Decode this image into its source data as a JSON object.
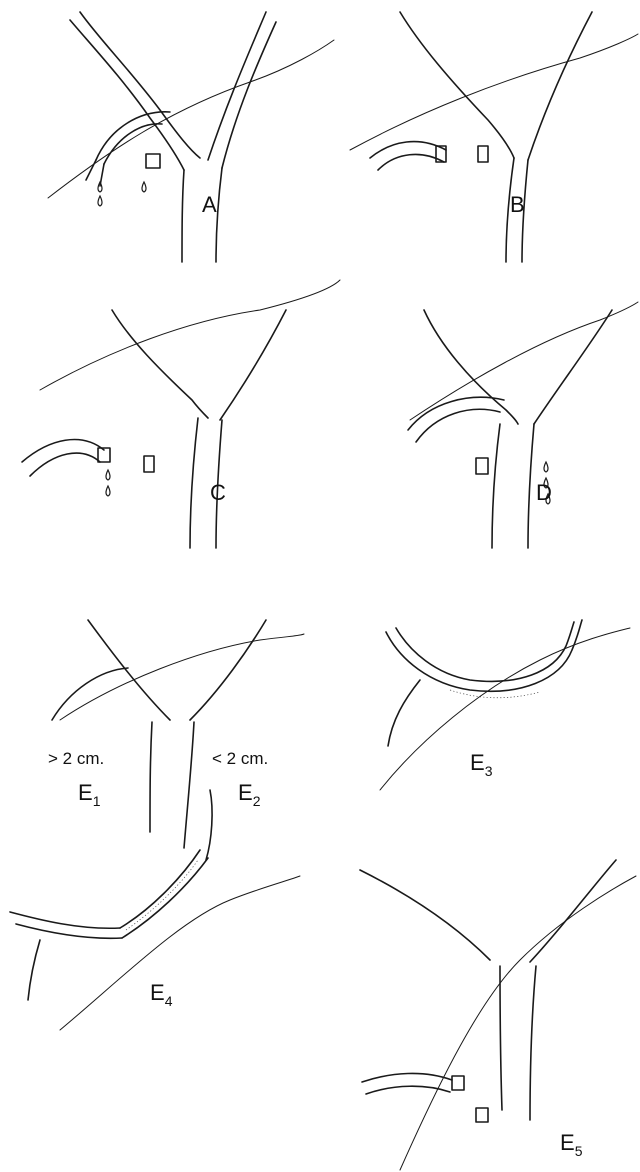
{
  "panels": [
    {
      "label": "A"
    },
    {
      "label": "B"
    },
    {
      "label": "C"
    },
    {
      "label": "D"
    },
    {
      "label": "E",
      "subscript": "1",
      "note": "> 2 cm."
    },
    {
      "label": "E",
      "subscript": "2",
      "note": "< 2 cm."
    },
    {
      "label": "E",
      "subscript": "3"
    },
    {
      "label": "E",
      "subscript": "4"
    },
    {
      "label": "E",
      "subscript": "5"
    }
  ]
}
